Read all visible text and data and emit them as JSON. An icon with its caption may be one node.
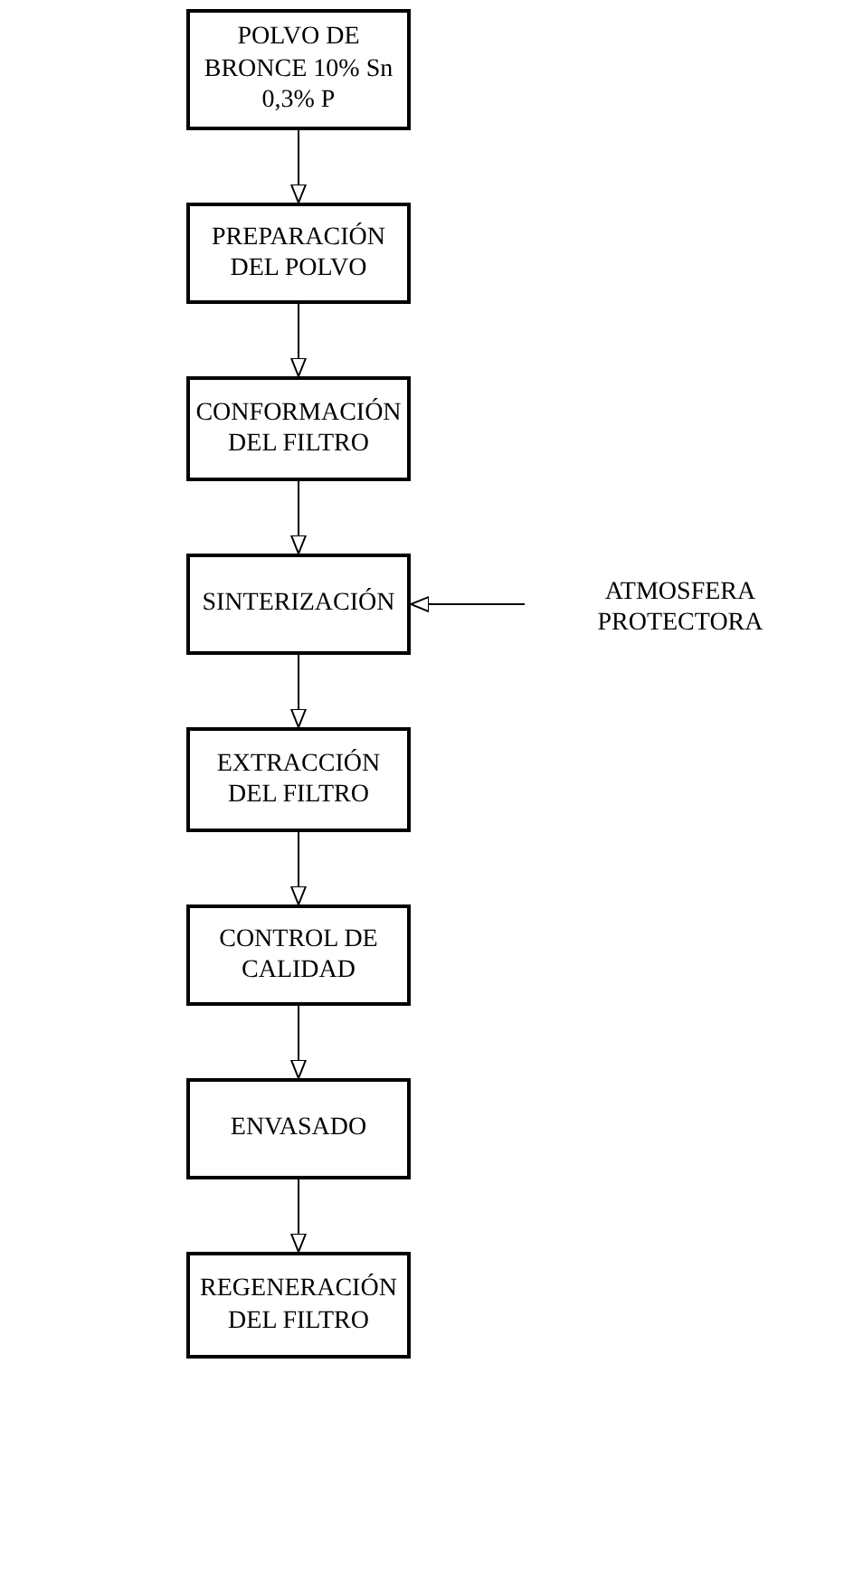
{
  "diagram": {
    "nodes": [
      {
        "text": [
          "POLVO DE BRONCE 10% Sn 0,3% P"
        ]
      },
      {
        "text": [
          "PREPARACIÓN DEL POLVO"
        ]
      },
      {
        "text": [
          "CONFORMACIÓN DEL FILTRO"
        ]
      },
      {
        "text": [
          "SINTERIZACIÓN"
        ]
      },
      {
        "text": [
          "EXTRACCIÓN DEL FILTRO"
        ]
      },
      {
        "text": [
          "CONTROL DE CALIDAD"
        ]
      },
      {
        "text": [
          "ENVASADO"
        ]
      },
      {
        "text": [
          "REGENERACIÓN DEL FILTRO"
        ]
      },
      {
        "text": [
          "ATMOSFERA PROTECTORA"
        ]
      }
    ],
    "edges": [
      {
        "from": 0,
        "to": 1,
        "arrow": "to"
      },
      {
        "from": 1,
        "to": 2,
        "arrow": "to"
      },
      {
        "from": 2,
        "to": 3,
        "arrow": "to"
      },
      {
        "from": 3,
        "to": 4,
        "arrow": "to"
      },
      {
        "from": 4,
        "to": 5,
        "arrow": "to"
      },
      {
        "from": 5,
        "to": 6,
        "arrow": "to"
      },
      {
        "from": 6,
        "to": 7,
        "arrow": "to"
      },
      {
        "from": 8,
        "to": 3,
        "arrow": "to"
      }
    ]
  }
}
